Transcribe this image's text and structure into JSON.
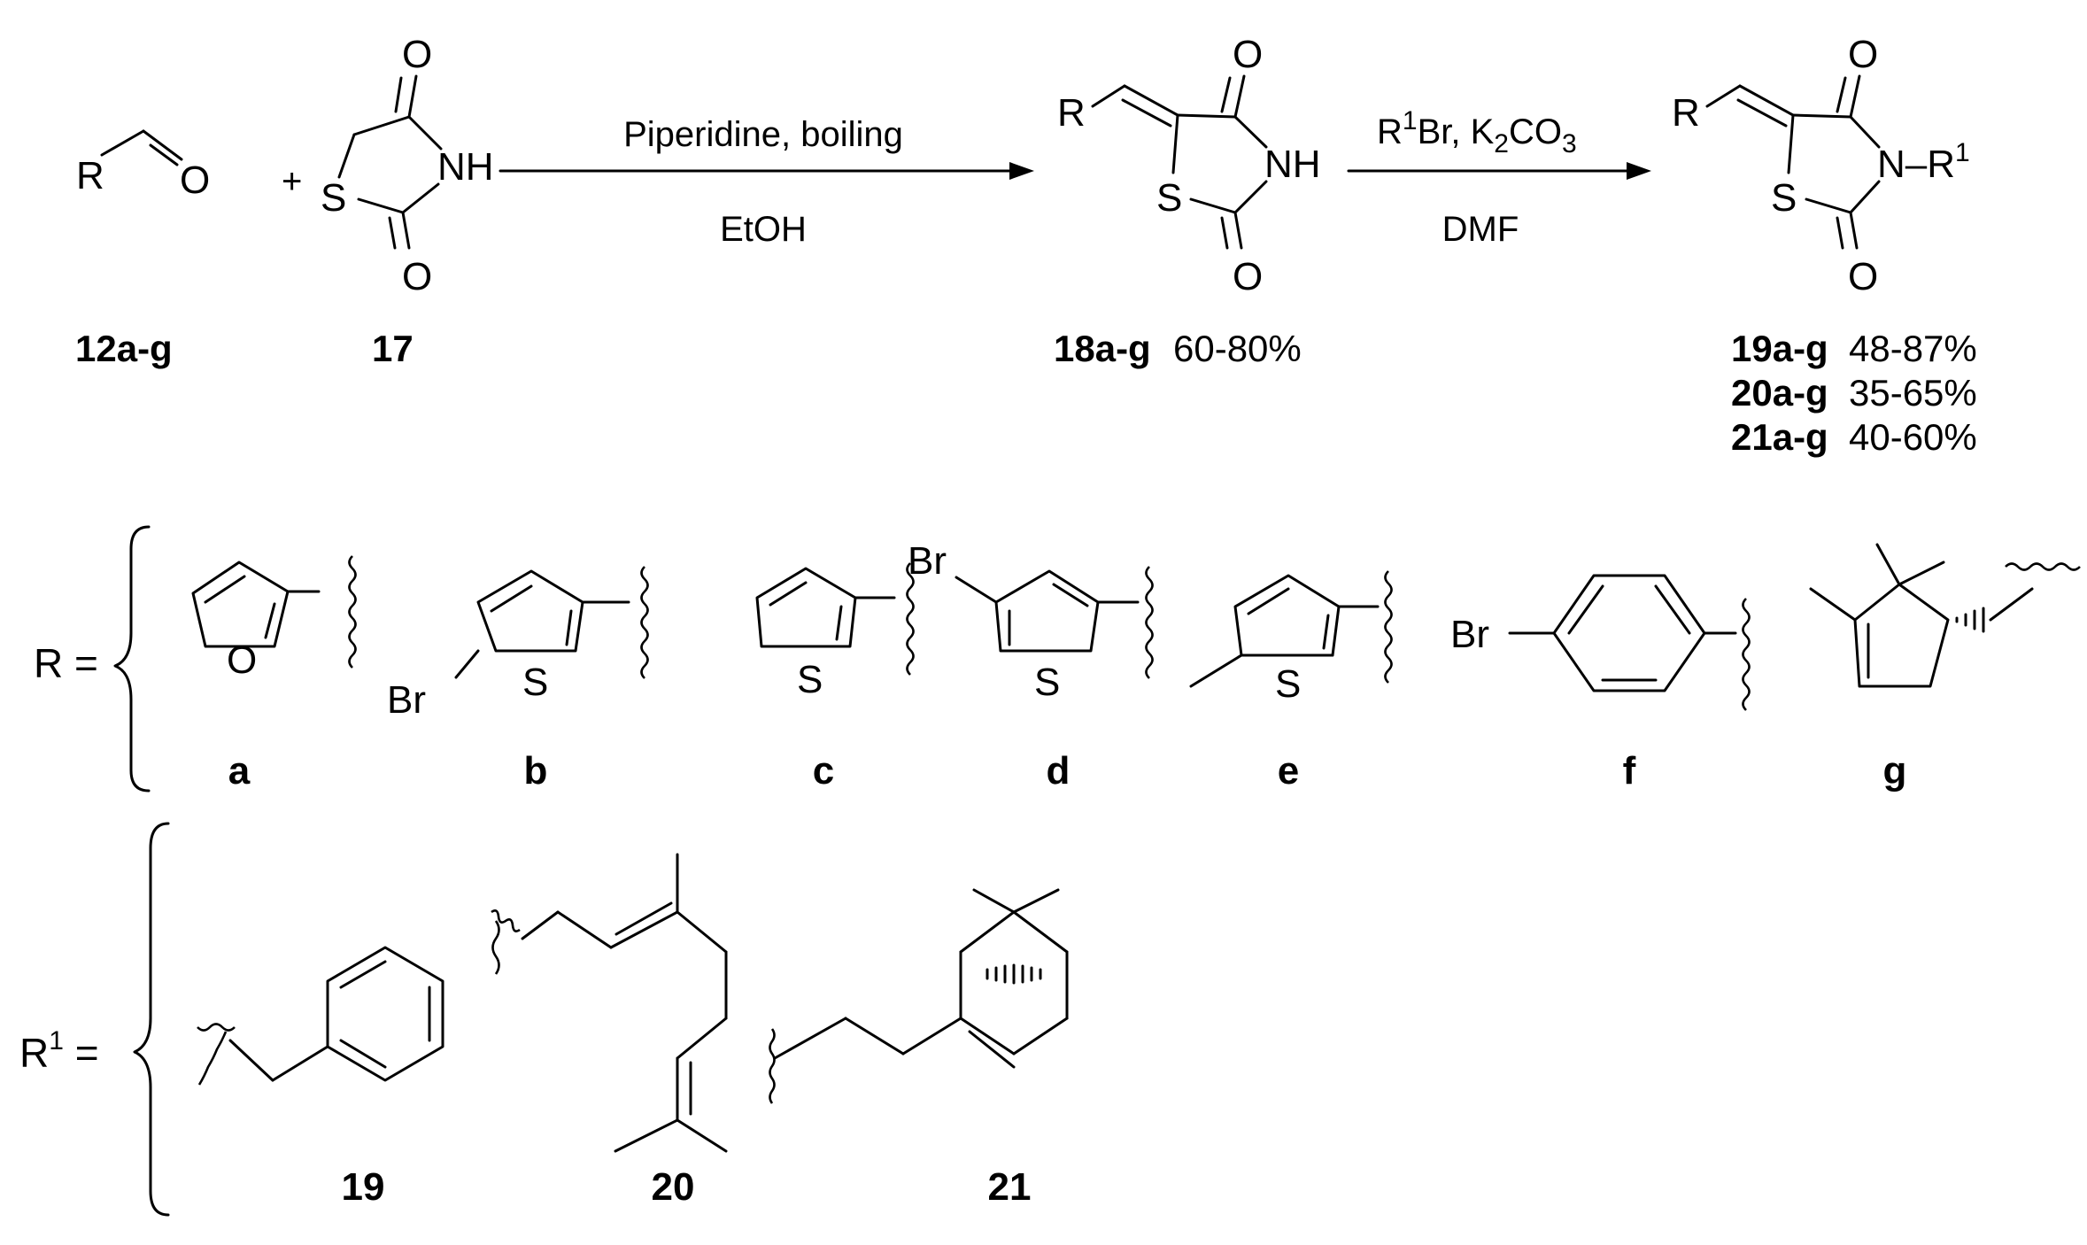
{
  "reaction": {
    "step1": {
      "reagent": "Piperidine, boiling",
      "solvent": "EtOH"
    },
    "step2": {
      "reagent_r": "R",
      "reagent_sup": "1",
      "reagent_mid": "Br, K",
      "reagent_sub2": "2",
      "reagent_co": "CO",
      "reagent_sub3": "3",
      "solvent": "DMF"
    },
    "plus": "+"
  },
  "compounds": {
    "c12": {
      "label": "12a-g"
    },
    "c17": {
      "label": "17"
    },
    "c18": {
      "label": "18a-g",
      "yield": "60-80%"
    },
    "c19": {
      "label": "19a-g",
      "yield": "48-87%"
    },
    "c20": {
      "label": "20a-g",
      "yield": "35-65%"
    },
    "c21": {
      "label": "21a-g",
      "yield": "40-60%"
    }
  },
  "atoms": {
    "R": "R",
    "O": "O",
    "S": "S",
    "NH": "NH",
    "N": "N",
    "Br": "Br",
    "R1_base": "R",
    "R1_sup": "1",
    "dash": "–"
  },
  "r_legend": {
    "lead": "R =",
    "labels": [
      "a",
      "b",
      "c",
      "d",
      "e",
      "f",
      "g"
    ]
  },
  "r1_legend": {
    "lead_base": "R",
    "lead_sup": "1",
    "lead_eq": " =",
    "labels": [
      "19",
      "20",
      "21"
    ]
  }
}
